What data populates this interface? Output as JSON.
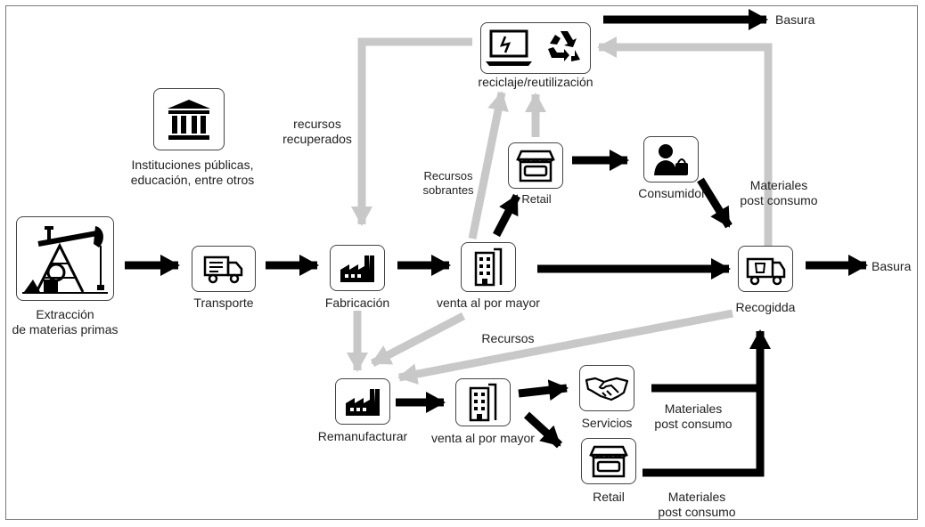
{
  "nodes": {
    "extraction": "Extracción\nde materias primas",
    "transport": "Transporte",
    "manufacturing": "Fabricación",
    "wholesale_top": "venta al por mayor",
    "retail_top": "Retail",
    "consumer": "Consumidor",
    "collection": "Recogidda",
    "recycling": "reciclaje/reutilización",
    "institutions": "Instituciones públicas,\neducación, entre otros",
    "remanufacture": "Remanufacturar",
    "wholesale_bottom": "venta al por mayor",
    "services": "Servicios",
    "retail_bottom": "Retail"
  },
  "flow_labels": {
    "garbage_top": "Basura",
    "garbage_right": "Basura",
    "recovered_resources": "recursos\nrecuperados",
    "leftover_resources": "Recursos\nsobrantes",
    "post_consumer_top": "Materiales\npost consumo",
    "resources": "Recursos",
    "post_consumer_services": "Materiales\npost consumo",
    "post_consumer_retail": "Materiales\npost consumo"
  },
  "colors": {
    "main_flow": "#000000",
    "recovery_flow": "#c8c8c8",
    "border": "#444444"
  },
  "icons": {
    "extraction": "oil-pump-icon",
    "transport": "truck-icon",
    "manufacturing": "factory-icon",
    "wholesale": "office-building-icon",
    "retail": "storefront-icon",
    "consumer": "shopper-icon",
    "collection": "garbage-truck-icon",
    "recycling": "laptop-and-recycle-icon",
    "institutions": "institution-building-icon",
    "services": "handshake-icon"
  }
}
